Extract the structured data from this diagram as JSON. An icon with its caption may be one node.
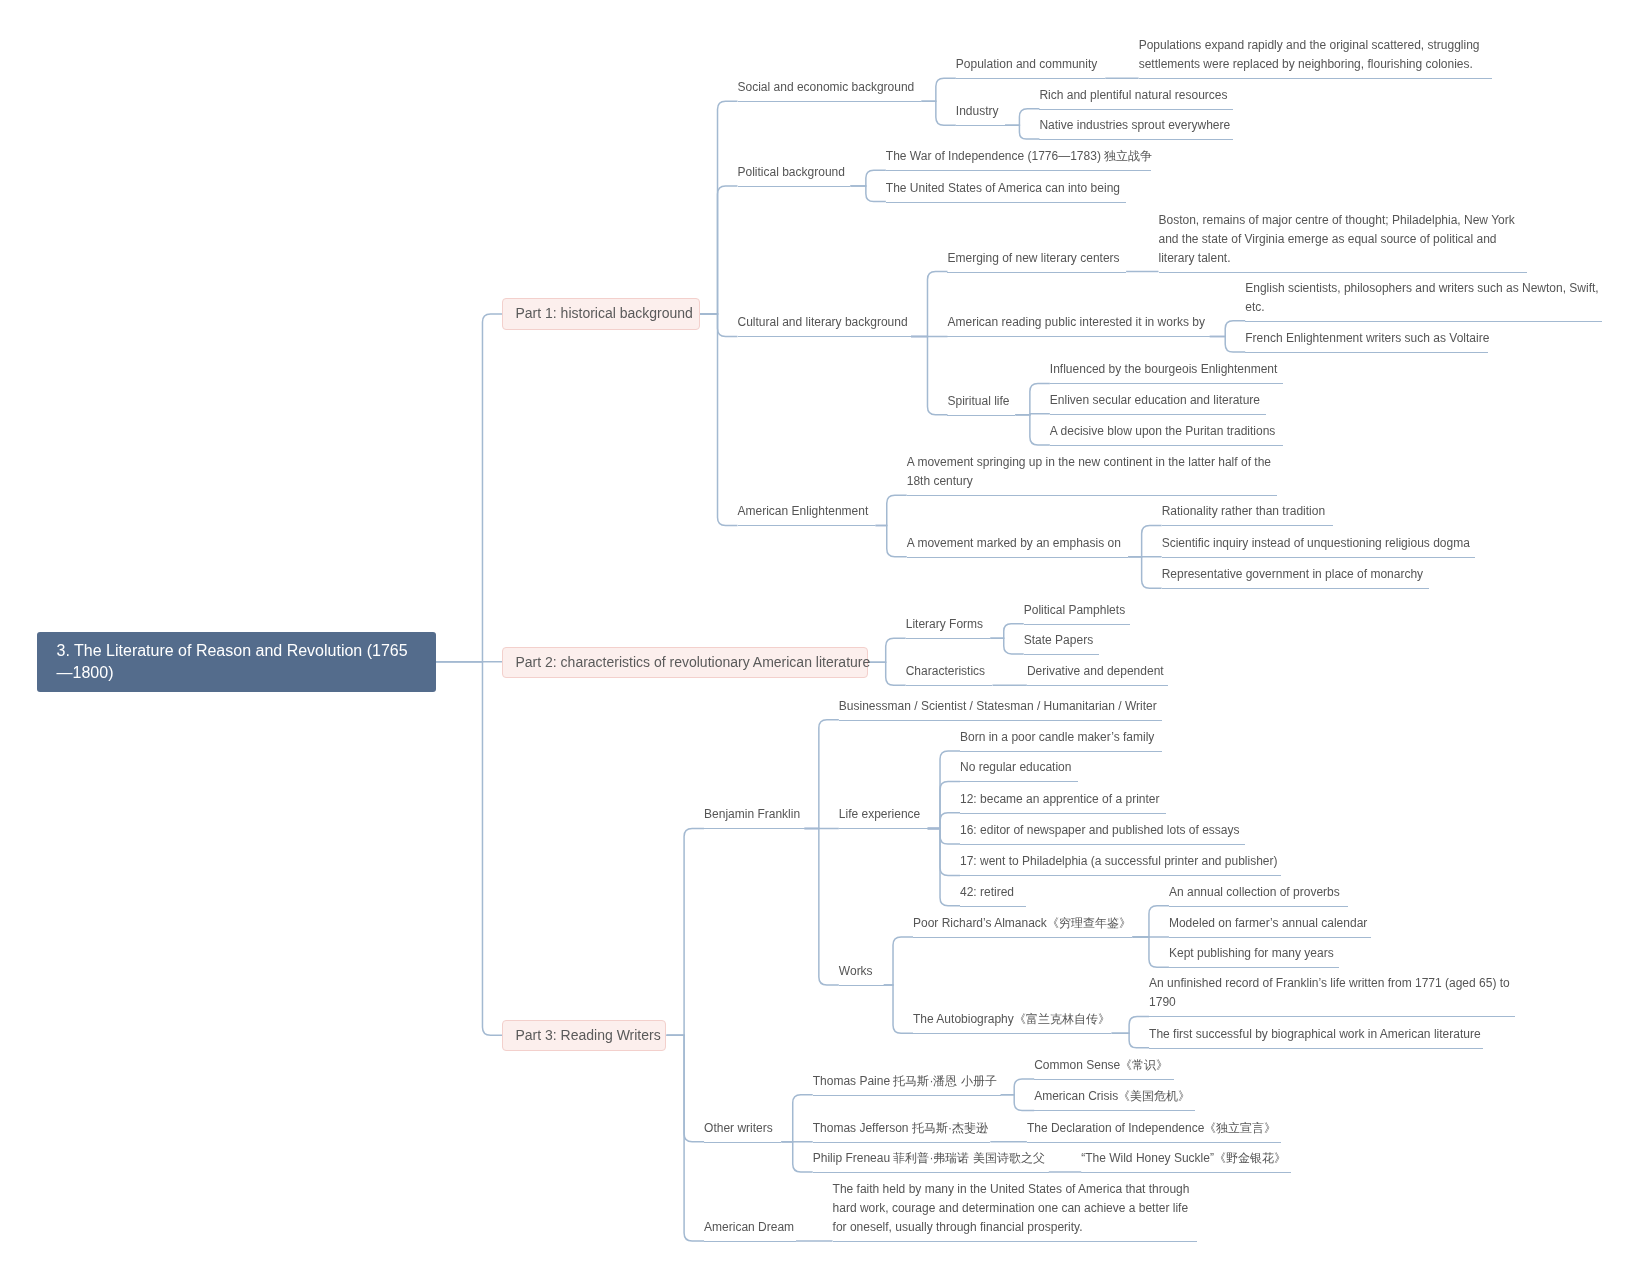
{
  "diagram": {
    "nodes": [
      {
        "text": [
          "3. The Literature of Reason and Revolution (1765—1800)"
        ]
      },
      {
        "text": [
          "Part 1: historical background"
        ]
      },
      {
        "text": [
          "Social and economic background"
        ]
      },
      {
        "text": [
          "Population and community"
        ]
      },
      {
        "text": [
          "Populations expand rapidly and the original scattered, struggling settlements were replaced by neighboring, flourishing colonies."
        ]
      },
      {
        "text": [
          "Industry"
        ]
      },
      {
        "text": [
          "Rich and plentiful natural resources"
        ]
      },
      {
        "text": [
          "Native industries sprout everywhere"
        ]
      },
      {
        "text": [
          "Political background"
        ]
      },
      {
        "text": [
          "The War of Independence (1776—1783) 独立战争"
        ]
      },
      {
        "text": [
          "The United States of America can into being"
        ]
      },
      {
        "text": [
          "Cultural and literary background"
        ]
      },
      {
        "text": [
          "Emerging of new literary centers"
        ]
      },
      {
        "text": [
          "Boston, remains of major centre of thought; Philadelphia, New York and the state of Virginia emerge as equal source of political and literary talent."
        ]
      },
      {
        "text": [
          "American reading public interested it in works by"
        ]
      },
      {
        "text": [
          "English scientists, philosophers and writers such as Newton, Swift, etc."
        ]
      },
      {
        "text": [
          "French Enlightenment writers such as Voltaire"
        ]
      },
      {
        "text": [
          "Spiritual life"
        ]
      },
      {
        "text": [
          "Influenced by the bourgeois Enlightenment"
        ]
      },
      {
        "text": [
          "Enliven secular education and literature"
        ]
      },
      {
        "text": [
          "A decisive blow upon the Puritan traditions"
        ]
      },
      {
        "text": [
          "American Enlightenment"
        ]
      },
      {
        "text": [
          "A movement springing up in the new continent in the latter half of the 18th century"
        ]
      },
      {
        "text": [
          "A movement marked by an emphasis on"
        ]
      },
      {
        "text": [
          "Rationality rather than tradition"
        ]
      },
      {
        "text": [
          "Scientific inquiry instead of unquestioning religious dogma"
        ]
      },
      {
        "text": [
          "Representative government in place of  monarchy"
        ]
      },
      {
        "text": [
          "Part 2: characteristics of revolutionary American literature"
        ]
      },
      {
        "text": [
          "Literary Forms"
        ]
      },
      {
        "text": [
          "Political Pamphlets"
        ]
      },
      {
        "text": [
          "State Papers"
        ]
      },
      {
        "text": [
          "Characteristics"
        ]
      },
      {
        "text": [
          "Derivative and dependent"
        ]
      },
      {
        "text": [
          "Part 3: Reading Writers"
        ]
      },
      {
        "text": [
          "Benjamin Franklin"
        ]
      },
      {
        "text": [
          "Businessman / Scientist / Statesman / Humanitarian / Writer"
        ]
      },
      {
        "text": [
          "Life experience"
        ]
      },
      {
        "text": [
          "Born in a poor candle maker’s family"
        ]
      },
      {
        "text": [
          "No regular education"
        ]
      },
      {
        "text": [
          "12: became an apprentice of a printer"
        ]
      },
      {
        "text": [
          "16: editor of newspaper and published lots of essays"
        ]
      },
      {
        "text": [
          "17: went to Philadelphia (a successful printer and publisher)"
        ]
      },
      {
        "text": [
          "42: retired"
        ]
      },
      {
        "text": [
          "Works"
        ]
      },
      {
        "text": [
          "Poor Richard’s Almanack《穷理查年鉴》"
        ]
      },
      {
        "text": [
          "An annual collection of proverbs"
        ]
      },
      {
        "text": [
          "Modeled on farmer’s annual calendar"
        ]
      },
      {
        "text": [
          "Kept publishing for many years"
        ]
      },
      {
        "text": [
          "The Autobiography《富兰克林自传》"
        ]
      },
      {
        "text": [
          "An unfinished record of Franklin’s life written from 1771 (aged 65) to 1790"
        ]
      },
      {
        "text": [
          "The first successful by biographical work in American literature"
        ]
      },
      {
        "text": [
          "Other writers"
        ]
      },
      {
        "text": [
          "Thomas Paine 托马斯·潘恩 小册子"
        ]
      },
      {
        "text": [
          "Common Sense《常识》"
        ]
      },
      {
        "text": [
          "American Crisis《美国危机》"
        ]
      },
      {
        "text": [
          "Thomas Jefferson 托马斯·杰斐逊"
        ]
      },
      {
        "text": [
          "The Declaration of Independence《独立宣言》"
        ]
      },
      {
        "text": [
          "Philip Freneau 菲利普·弗瑞诺 美国诗歌之父"
        ]
      },
      {
        "text": [
          "“The Wild Honey Suckle”《野金银花》"
        ]
      },
      {
        "text": [
          "American Dream"
        ]
      },
      {
        "text": [
          "The faith held by many in the United States of America that through hard work, courage and determination one can achieve a better life for oneself, usually through financial prosperity."
        ]
      }
    ],
    "edges": [
      {
        "from": 0,
        "to": 1,
        "arrow": "none"
      },
      {
        "from": 0,
        "to": 27,
        "arrow": "none"
      },
      {
        "from": 0,
        "to": 33,
        "arrow": "none"
      },
      {
        "from": 1,
        "to": 2,
        "arrow": "none"
      },
      {
        "from": 1,
        "to": 8,
        "arrow": "none"
      },
      {
        "from": 1,
        "to": 11,
        "arrow": "none"
      },
      {
        "from": 1,
        "to": 21,
        "arrow": "none"
      },
      {
        "from": 2,
        "to": 3,
        "arrow": "none"
      },
      {
        "from": 2,
        "to": 5,
        "arrow": "none"
      },
      {
        "from": 3,
        "to": 4,
        "arrow": "none"
      },
      {
        "from": 5,
        "to": 6,
        "arrow": "none"
      },
      {
        "from": 5,
        "to": 7,
        "arrow": "none"
      },
      {
        "from": 8,
        "to": 9,
        "arrow": "none"
      },
      {
        "from": 8,
        "to": 10,
        "arrow": "none"
      },
      {
        "from": 11,
        "to": 12,
        "arrow": "none"
      },
      {
        "from": 11,
        "to": 14,
        "arrow": "none"
      },
      {
        "from": 11,
        "to": 17,
        "arrow": "none"
      },
      {
        "from": 12,
        "to": 13,
        "arrow": "none"
      },
      {
        "from": 14,
        "to": 15,
        "arrow": "none"
      },
      {
        "from": 14,
        "to": 16,
        "arrow": "none"
      },
      {
        "from": 17,
        "to": 18,
        "arrow": "none"
      },
      {
        "from": 17,
        "to": 19,
        "arrow": "none"
      },
      {
        "from": 17,
        "to": 20,
        "arrow": "none"
      },
      {
        "from": 21,
        "to": 22,
        "arrow": "none"
      },
      {
        "from": 21,
        "to": 23,
        "arrow": "none"
      },
      {
        "from": 23,
        "to": 24,
        "arrow": "none"
      },
      {
        "from": 23,
        "to": 25,
        "arrow": "none"
      },
      {
        "from": 23,
        "to": 26,
        "arrow": "none"
      },
      {
        "from": 27,
        "to": 28,
        "arrow": "none"
      },
      {
        "from": 27,
        "to": 31,
        "arrow": "none"
      },
      {
        "from": 28,
        "to": 29,
        "arrow": "none"
      },
      {
        "from": 28,
        "to": 30,
        "arrow": "none"
      },
      {
        "from": 31,
        "to": 32,
        "arrow": "none"
      },
      {
        "from": 33,
        "to": 34,
        "arrow": "none"
      },
      {
        "from": 33,
        "to": 51,
        "arrow": "none"
      },
      {
        "from": 33,
        "to": 59,
        "arrow": "none"
      },
      {
        "from": 34,
        "to": 35,
        "arrow": "none"
      },
      {
        "from": 34,
        "to": 36,
        "arrow": "none"
      },
      {
        "from": 34,
        "to": 43,
        "arrow": "none"
      },
      {
        "from": 36,
        "to": 37,
        "arrow": "none"
      },
      {
        "from": 36,
        "to": 38,
        "arrow": "none"
      },
      {
        "from": 36,
        "to": 39,
        "arrow": "none"
      },
      {
        "from": 36,
        "to": 40,
        "arrow": "none"
      },
      {
        "from": 36,
        "to": 41,
        "arrow": "none"
      },
      {
        "from": 36,
        "to": 42,
        "arrow": "none"
      },
      {
        "from": 43,
        "to": 44,
        "arrow": "none"
      },
      {
        "from": 43,
        "to": 48,
        "arrow": "none"
      },
      {
        "from": 44,
        "to": 45,
        "arrow": "none"
      },
      {
        "from": 44,
        "to": 46,
        "arrow": "none"
      },
      {
        "from": 44,
        "to": 47,
        "arrow": "none"
      },
      {
        "from": 48,
        "to": 49,
        "arrow": "none"
      },
      {
        "from": 48,
        "to": 50,
        "arrow": "none"
      },
      {
        "from": 51,
        "to": 52,
        "arrow": "none"
      },
      {
        "from": 51,
        "to": 55,
        "arrow": "none"
      },
      {
        "from": 51,
        "to": 57,
        "arrow": "none"
      },
      {
        "from": 52,
        "to": 53,
        "arrow": "none"
      },
      {
        "from": 52,
        "to": 54,
        "arrow": "none"
      },
      {
        "from": 55,
        "to": 56,
        "arrow": "none"
      },
      {
        "from": 57,
        "to": 58,
        "arrow": "none"
      },
      {
        "from": 59,
        "to": 60,
        "arrow": "none"
      }
    ]
  }
}
